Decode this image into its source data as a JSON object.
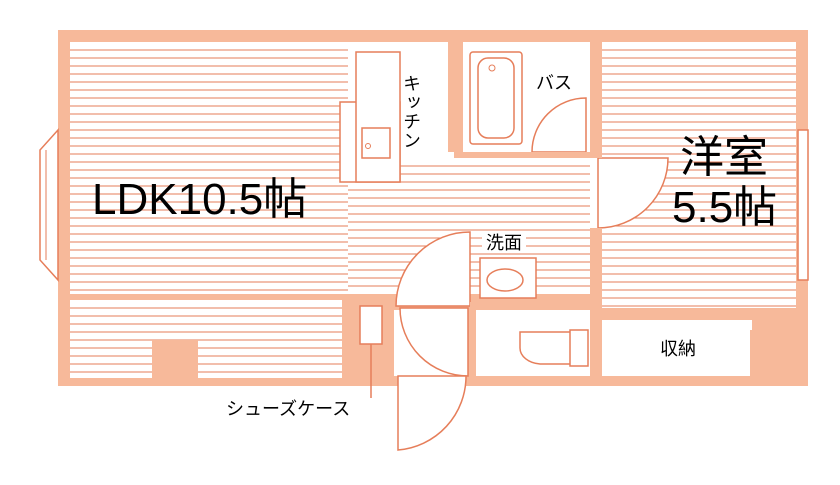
{
  "rooms": {
    "ldk": "LDK10.5帖",
    "western_line1": "洋室",
    "western_line2": "5.5帖",
    "kitchen": "キッチン",
    "bath": "バス",
    "washroom": "洗面",
    "storage": "収納",
    "shoe_case": "シューズケース"
  },
  "colors": {
    "wall": "#f7b99a",
    "line": "#e67e5a"
  }
}
